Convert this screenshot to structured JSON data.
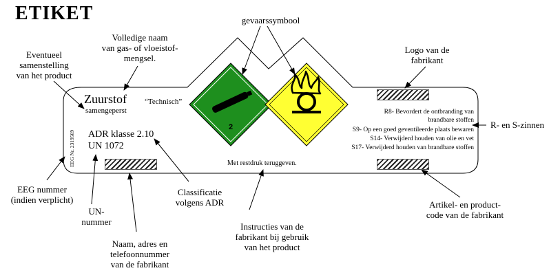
{
  "title": "ETIKET",
  "callouts": {
    "gevaarssymbool": "gevaarssymbool",
    "volledige_naam": [
      "Volledige naam",
      "van gas- of vloeistof-",
      "mengsel."
    ],
    "eventueel": [
      "Eventueel",
      "samenstelling",
      "van het product"
    ],
    "logo": [
      "Logo van de",
      "fabrikant"
    ],
    "r_s_zinnen": "R- en S-zinnen",
    "eeg_nummer": [
      "EEG nummer",
      "(indien verplicht)"
    ],
    "un_nummer": [
      "UN-",
      "nummer"
    ],
    "naam_adres": [
      "Naam, adres en",
      "telefoonnummer",
      "van de fabrikant"
    ],
    "classificatie": [
      "Classificatie",
      "volgens ADR"
    ],
    "instructies": [
      "Instructies van de",
      "fabrikant bij gebruik",
      "van het product"
    ],
    "artikel_code": [
      "Artikel- en product-",
      "code van de fabrikant"
    ]
  },
  "label": {
    "product_name": "Zuurstof",
    "grade": "“Technisch”",
    "state": "samengeperst",
    "adr_class": "ADR klasse 2.10",
    "un_number": "UN 1072",
    "eeg_nr": "EEG Nr. 2319569",
    "instruction": "Met restdruk teruggeven.",
    "diamond_number": "2",
    "r_s_phrases": [
      "R8- Bevordert de ontbranding van",
      "brandbare stoffen",
      "S9- Op een goed geventileerde plaats bewaren",
      "S14- Verwijderd houden van olie en vet",
      "S17- Verwijderd houden van brandbare stoffen"
    ]
  },
  "colors": {
    "green_diamond": "#1e8f1e",
    "yellow_diamond": "#ffff33"
  },
  "icons": [
    "gas-cylinder-icon",
    "flame-over-circle-icon",
    "hatch-placeholder"
  ]
}
